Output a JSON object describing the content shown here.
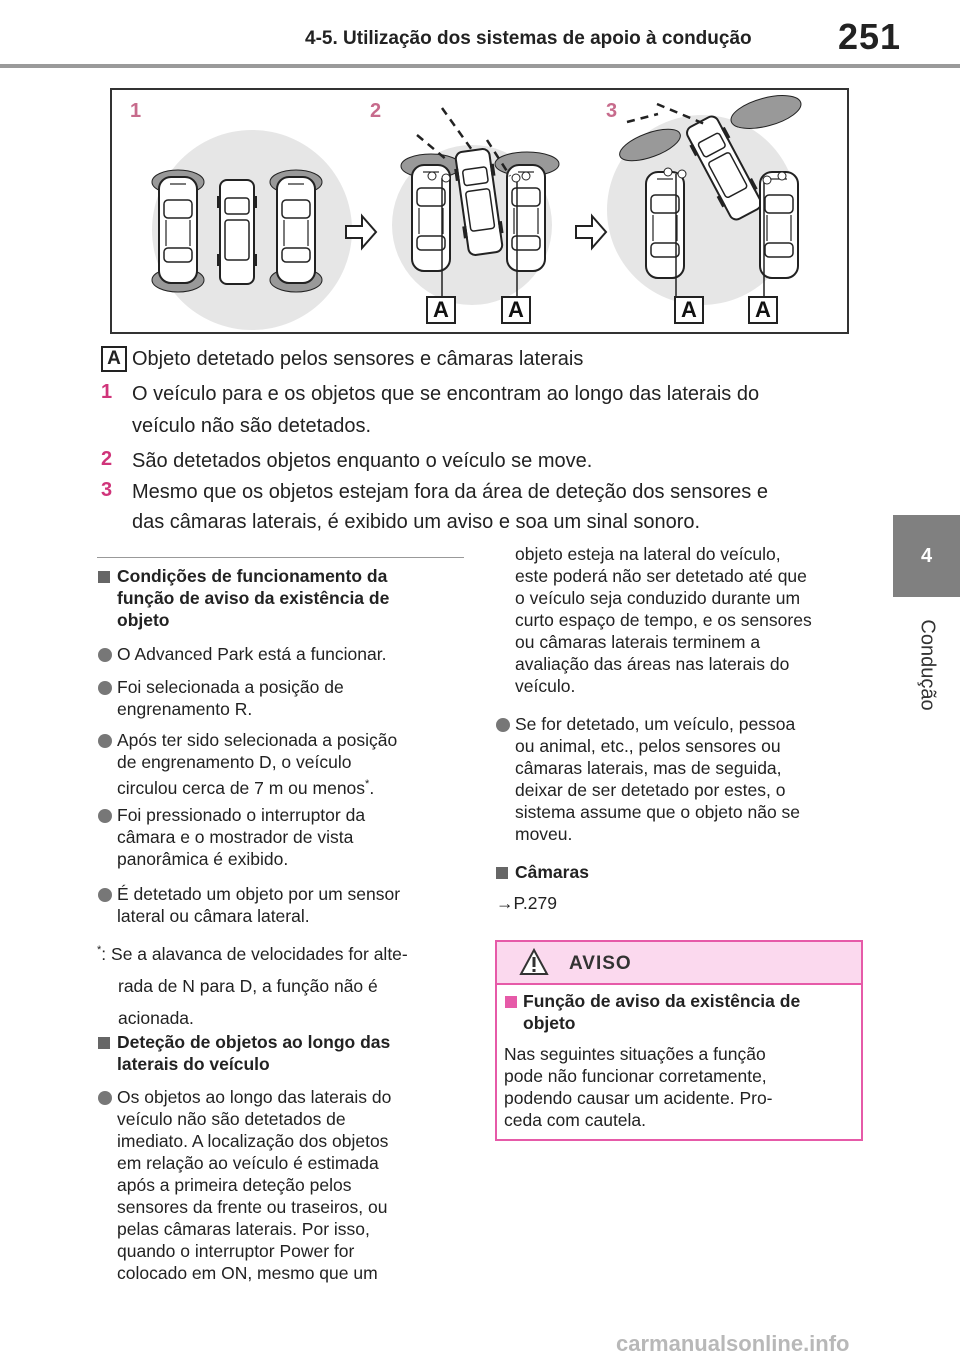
{
  "header": {
    "section_title": "4-5. Utilização dos sistemas de apoio à condução",
    "page_number": "251"
  },
  "side_tab": {
    "chapter": "4",
    "label": "Condução"
  },
  "figure": {
    "steps": [
      "1",
      "2",
      "3"
    ],
    "marker": "A"
  },
  "legend": {
    "marker": "A",
    "marker_text": "Objeto detetado pelos sensores e câmaras laterais",
    "items": [
      {
        "num": "1",
        "line1": "O veículo para e os objetos que se encontram ao longo das laterais do",
        "line2": "veículo não são detetados."
      },
      {
        "num": "2",
        "line1": "São detetados objetos enquanto o veículo se move.",
        "line2": ""
      },
      {
        "num": "3",
        "line1": "Mesmo que os objetos estejam fora da área de deteção dos sensores e",
        "line2": "das câmaras laterais, é exibido um aviso e soa um sinal sonoro."
      }
    ]
  },
  "left_col": {
    "sec1_title": [
      "Condições de funcionamento da",
      "função de aviso da existência de",
      "objeto"
    ],
    "bullets": [
      [
        "O Advanced Park está a funcionar."
      ],
      [
        "Foi selecionada a posição de",
        "engrenamento R."
      ],
      [
        "Após ter sido selecionada a posição",
        "de engrenamento D, o veículo",
        "circulou cerca de 7 m ou menos"
      ],
      [
        "Foi pressionado o interruptor da",
        "câmara e o mostrador de vista",
        "panorâmica é exibido."
      ],
      [
        " É detetado um objeto por um sensor",
        "lateral ou câmara lateral."
      ]
    ],
    "footnote_mark": "*",
    "footnote_mark_suffix": ".",
    "footnote": [
      "Se a alavanca de velocidades for alte-",
      "rada de N para D, a função não é",
      "acionada."
    ],
    "footnote_prefix": ":",
    "sec2_title": [
      "Deteção de objetos ao longo das",
      "laterais do veículo"
    ],
    "sec2_bullet": [
      "Os objetos ao longo das laterais do",
      "veículo não são detetados de",
      "imediato. A localização dos objetos",
      "em relação ao veículo é estimada",
      "após a primeira deteção pelos",
      "sensores da frente ou traseiros, ou",
      "pelas câmaras laterais. Por isso,",
      "quando o interruptor Power for",
      "colocado em ON, mesmo que um"
    ]
  },
  "right_col": {
    "cont": [
      "objeto esteja na lateral do veículo,",
      "este poderá não ser detetado até que",
      "o veículo seja conduzido durante um",
      "curto espaço de tempo, e os sensores",
      "ou câmaras laterais terminem a",
      "avaliação das áreas nas laterais do",
      "veículo."
    ],
    "bullet": [
      "Se for detetado, um veículo, pessoa",
      "ou animal, etc., pelos sensores ou",
      "câmaras laterais, mas de seguida,",
      "deixar de ser detetado por estes, o",
      "sistema assume que o objeto não se",
      "moveu."
    ],
    "sec_title": "Câmaras",
    "ref": "→P.279"
  },
  "warning": {
    "title": "AVISO",
    "sub_title": [
      "Função de aviso da existência de",
      "objeto"
    ],
    "body": [
      "Nas seguintes situações a função",
      "pode não funcionar corretamente,",
      "podendo causar um acidente. Pro-",
      "ceda com cautela."
    ]
  },
  "watermark": "carmanualsonline.info",
  "colors": {
    "accent_pink": "#e65aa8",
    "step_pink": "#c76b8c",
    "tab_gray": "#808080"
  }
}
